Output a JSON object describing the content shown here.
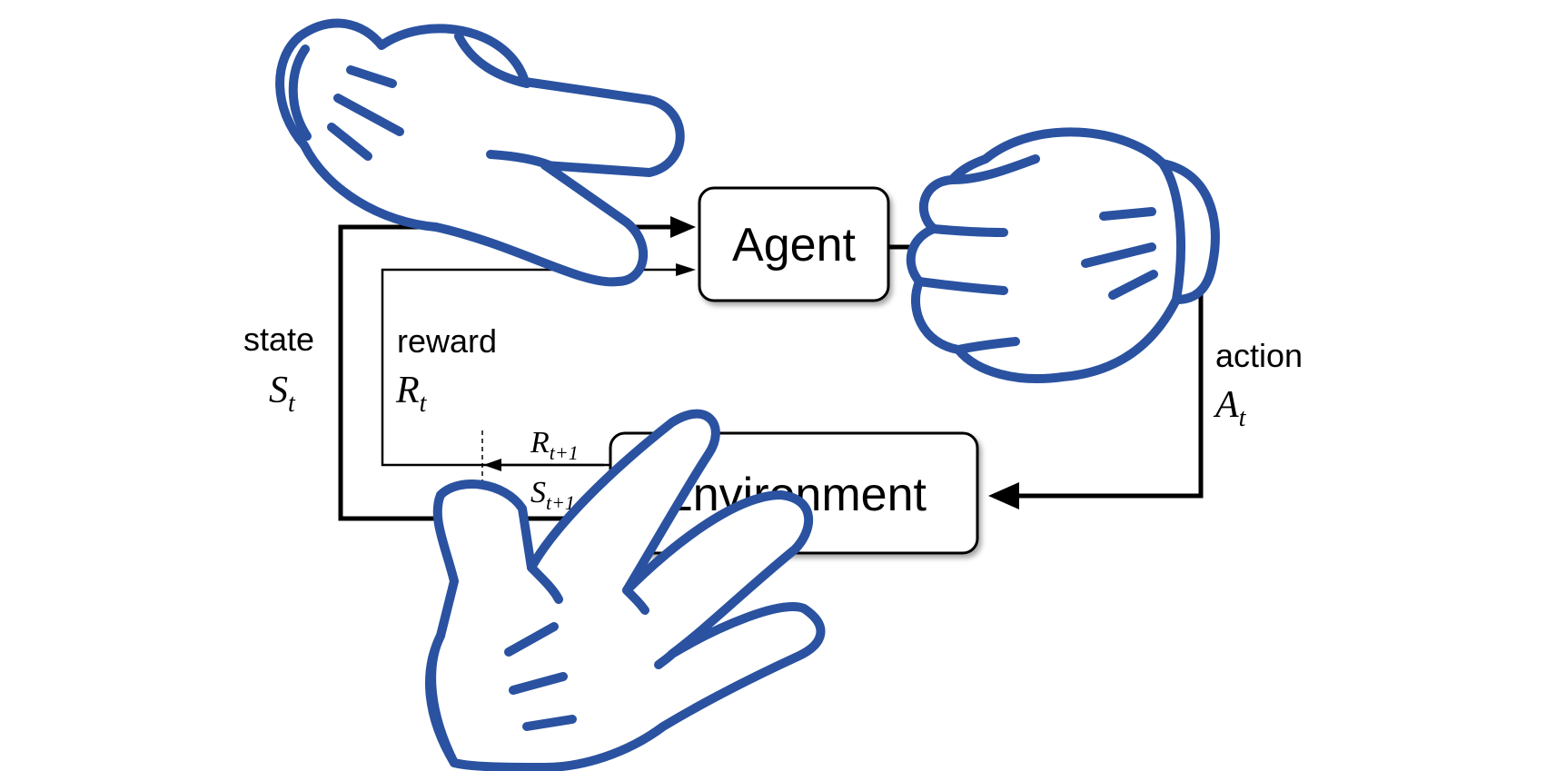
{
  "diagram": {
    "agent_label": "Agent",
    "environment_label": "Environment",
    "state_label": "state",
    "state_symbol": "S",
    "state_subscript": "t",
    "reward_label": "reward",
    "reward_symbol": "R",
    "reward_subscript": "t",
    "action_label": "action",
    "action_symbol": "A",
    "action_subscript": "t",
    "next_reward_symbol": "R",
    "next_reward_subscript": "t+1",
    "next_state_symbol": "S",
    "next_state_subscript": "t+1"
  },
  "overlay": {
    "hand_color": "#2a52a0",
    "hands": [
      "scissors-hand-icon",
      "rock-hand-icon",
      "paper-hand-icon"
    ]
  }
}
